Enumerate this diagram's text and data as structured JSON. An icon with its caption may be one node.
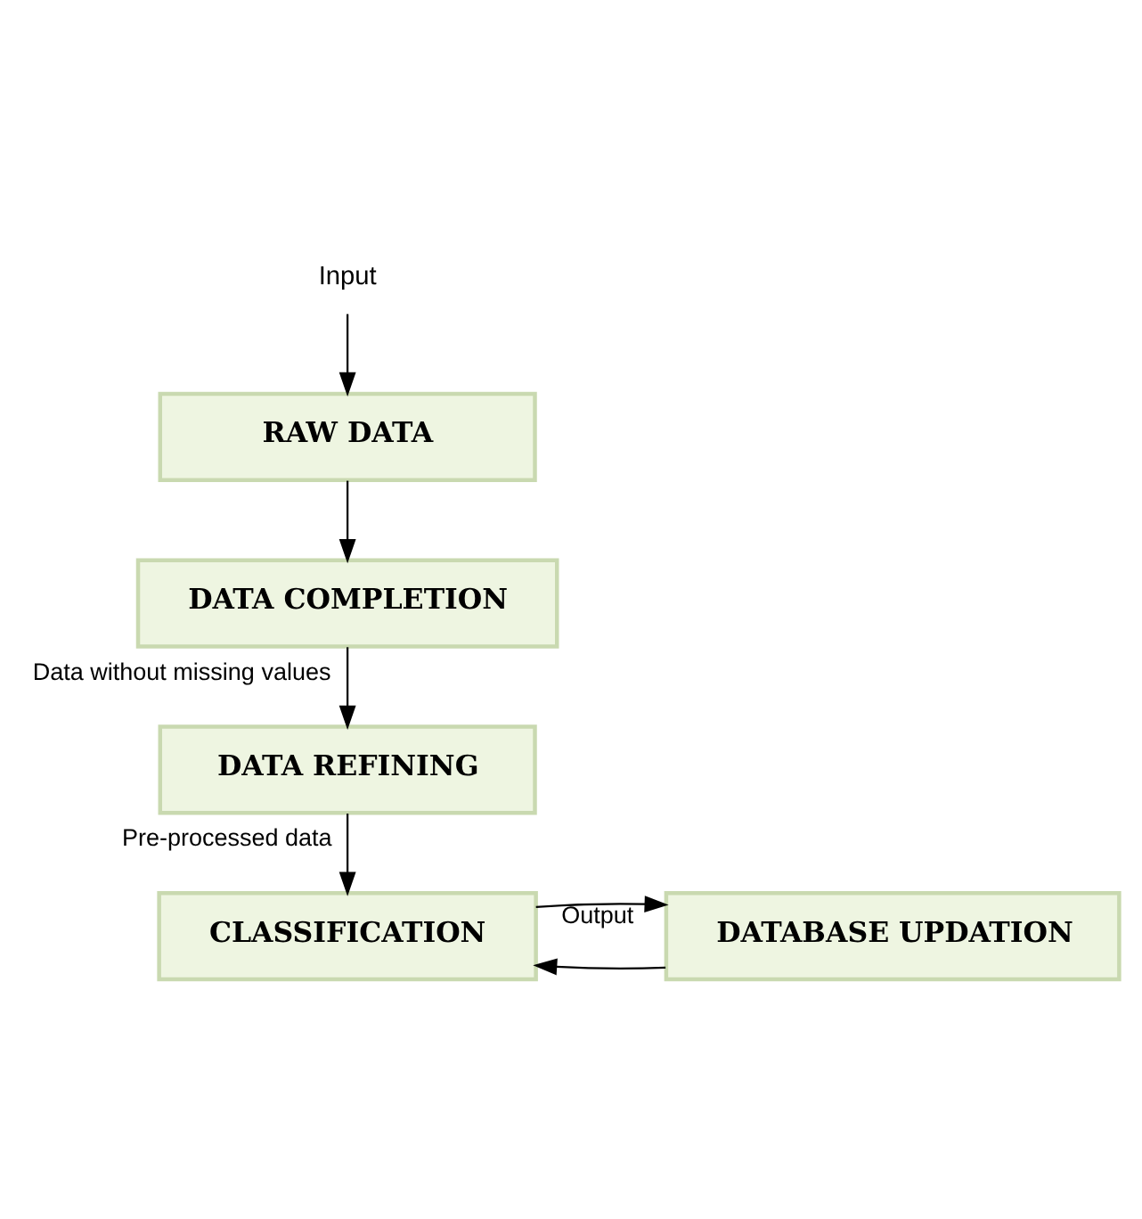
{
  "diagram": {
    "nodes": [
      {
        "text": [
          "Input"
        ]
      },
      {
        "text": [
          "RAW DATA"
        ]
      },
      {
        "text": [
          "DATA COMPLETION"
        ]
      },
      {
        "text": [
          "DATA REFINING"
        ]
      },
      {
        "text": [
          "CLASSIFICATION"
        ]
      },
      {
        "text": [
          "DATABASE UPDATION"
        ]
      }
    ],
    "edges": [
      {
        "from": 0,
        "to": 1,
        "arrow": "to"
      },
      {
        "from": 1,
        "to": 2,
        "arrow": "to"
      },
      {
        "from": 2,
        "to": 3,
        "arrow": "to",
        "label": "Data without missing values"
      },
      {
        "from": 3,
        "to": 4,
        "arrow": "to",
        "label": "Pre-processed data"
      },
      {
        "from": 5,
        "to": 4,
        "arrow": "to"
      },
      {
        "from": 4,
        "to": 5,
        "arrow": "to",
        "label": "Output"
      }
    ]
  }
}
